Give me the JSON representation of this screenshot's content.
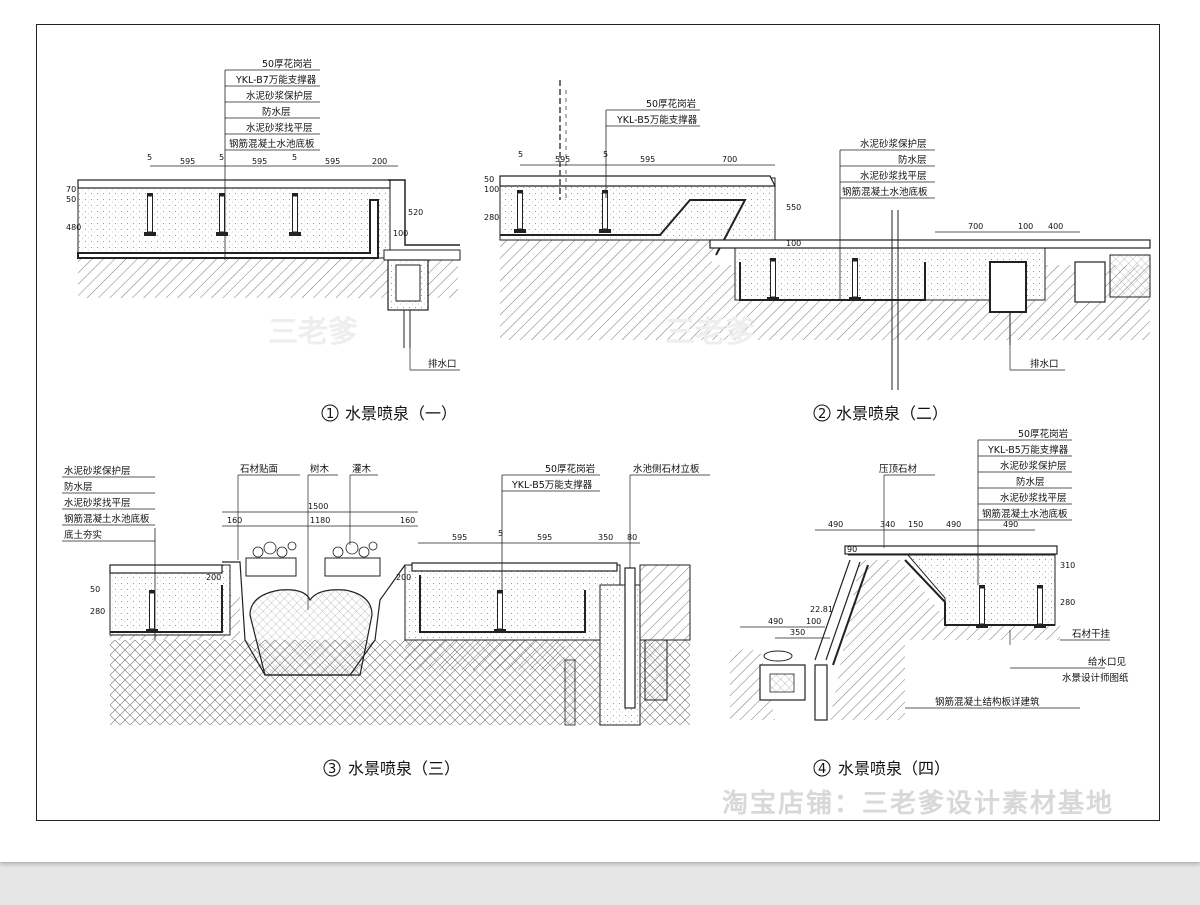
{
  "watermark_store": "淘宝店铺：三老爹设计素材基地",
  "watermark_brand": "三老爹",
  "d1": {
    "num": "1",
    "title": "水景喷泉（一）",
    "layers": [
      "50厚花岗岩",
      "YKL-B7万能支撑器",
      "水泥砂浆保护层",
      "防水层",
      "水泥砂浆找平层",
      "钢筋混凝土水池底板"
    ],
    "drain": "排水口",
    "dims_top": [
      "5",
      "595",
      "5",
      "595",
      "5",
      "595",
      "200"
    ],
    "dims_side": [
      "70",
      "50",
      "480",
      "520",
      "100"
    ]
  },
  "d2": {
    "num": "2",
    "title": "水景喷泉（二）",
    "layers_a": [
      "50厚花岗岩",
      "YKL-B5万能支撑器"
    ],
    "layers_b": [
      "水泥砂浆保护层",
      "防水层",
      "水泥砂浆找平层",
      "钢筋混凝土水池底板"
    ],
    "drain": "排水口",
    "dims_top": [
      "5",
      "595",
      "5",
      "595",
      "700"
    ],
    "dims_side": [
      "50",
      "100",
      "280",
      "550",
      "100"
    ],
    "dims_right": [
      "700",
      "100",
      "400"
    ]
  },
  "d3": {
    "num": "3",
    "title": "水景喷泉（三）",
    "layers_left": [
      "水泥砂浆保护层",
      "防水层",
      "水泥砂浆找平层",
      "钢筋混凝土水池底板",
      "底土夯实"
    ],
    "stone": "石材贴面",
    "tree": "树木",
    "shrub": "灌木",
    "layers_right": [
      "50厚花岗岩",
      "YKL-B5万能支撑器"
    ],
    "side_board": "水池侧石材立板",
    "dims_top": [
      "1500",
      "160",
      "1180",
      "160"
    ],
    "dims_right": [
      "595",
      "5",
      "595",
      "350",
      "80"
    ],
    "dims_side": [
      "50",
      "280",
      "200",
      "200"
    ]
  },
  "d4": {
    "num": "4",
    "title": "水景喷泉（四）",
    "coping": "压顶石材",
    "layers": [
      "50厚花岗岩",
      "YKL-B5万能支撑器",
      "水泥砂浆保护层",
      "防水层",
      "水泥砂浆找平层",
      "钢筋混凝土水池底板"
    ],
    "stone_hang": "石材干挂",
    "inlet": "给水口见",
    "inlet2": "水景设计师图纸",
    "structure": "钢筋混凝土结构板详建筑",
    "dims_top": [
      "490",
      "340",
      "150",
      "490",
      "490"
    ],
    "dims_low": [
      "490",
      "100",
      "350"
    ],
    "dims_side": [
      "90",
      "310",
      "280"
    ],
    "angle": "22.81"
  }
}
